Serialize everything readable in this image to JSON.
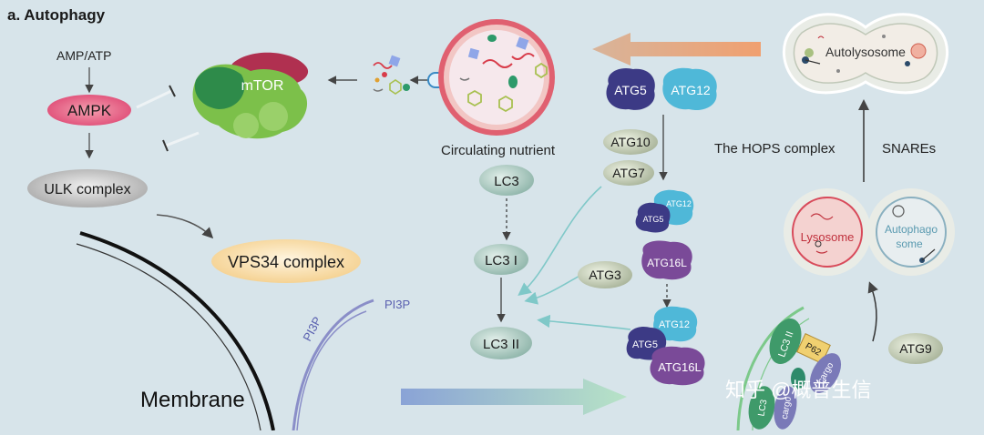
{
  "panel_title": "a. Autophagy",
  "labels": {
    "amp_atp": "AMP/ATP",
    "ampk": "AMPK",
    "mtor": "mTOR",
    "ulk_complex": "ULK complex",
    "vps34_complex": "VPS34 complex",
    "membrane": "Membrane",
    "pi3p_outer": "PI3P",
    "pi3p_inner": "PI3P",
    "circulating_nutrient": "Circulating nutrient",
    "lc3": "LC3",
    "lc3_i": "LC3 I",
    "lc3_ii": "LC3 II",
    "atg5": "ATG5",
    "atg12": "ATG12",
    "atg10": "ATG10",
    "atg7": "ATG7",
    "atg3": "ATG3",
    "atg16l": "ATG16L",
    "atg9": "ATG9",
    "hops_complex": "The HOPS complex",
    "snares": "SNAREs",
    "autolysosome": "Autolysosome",
    "lysosome": "Lysosome",
    "autophagosome_1": "Autophago",
    "autophagosome_2": "some",
    "phagophore_lc3": "LC3 II",
    "phagophore_lc3_b": "LC3",
    "p62": "P62",
    "cargo": "cargo"
  },
  "watermark": "知乎 @概普生信",
  "colors": {
    "background": "#d7e4ea",
    "ampk": "#e8567a",
    "mtor": "#7cc04a",
    "lysosome_ring": "#e05060",
    "vps34": "#f7d9a0",
    "lc3": "#9cc0b8",
    "atg5": "#3c3a85",
    "atg12": "#4fb8d8",
    "atg16l": "#7a4a98",
    "membrane_blue": "#8a8ec8"
  }
}
